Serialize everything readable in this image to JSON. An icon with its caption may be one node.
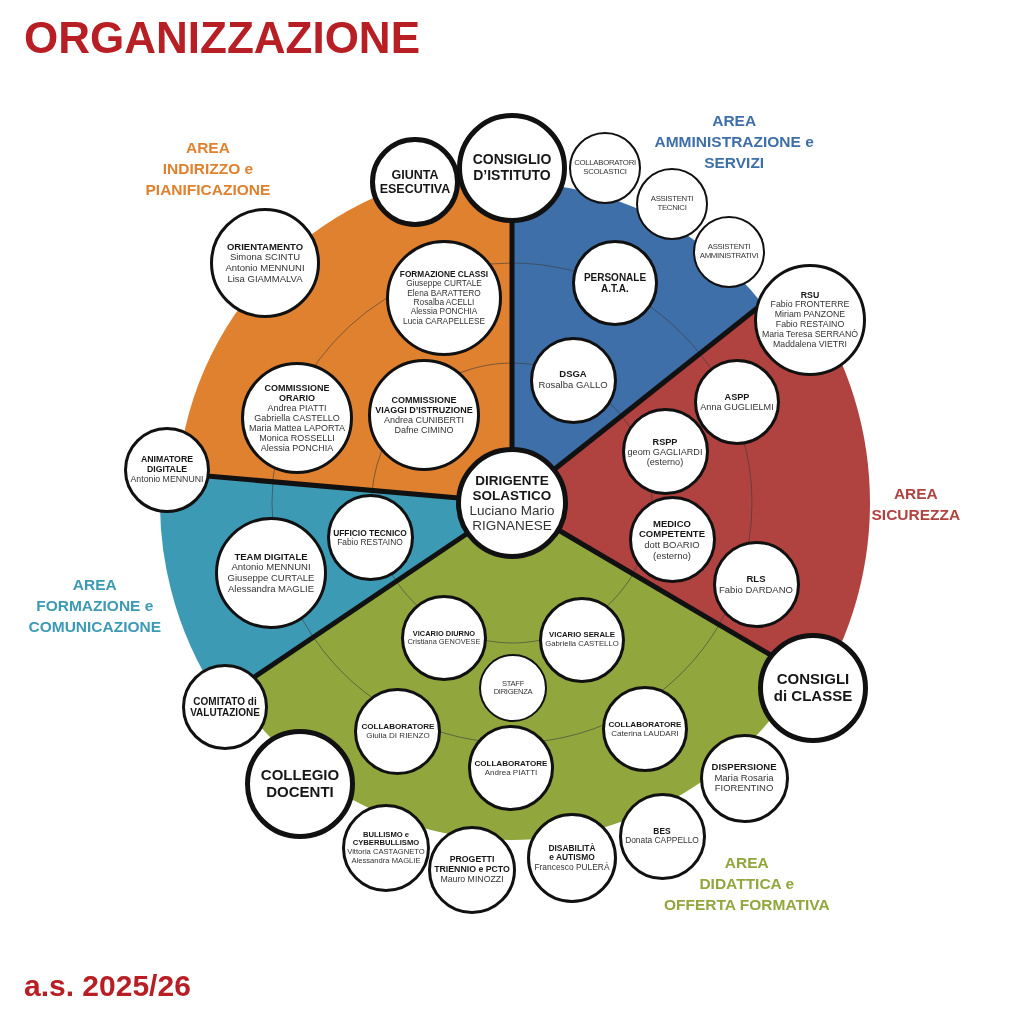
{
  "diagram": {
    "title": "ORGANIZZAZIONE",
    "caption": "a.s. 2025/26",
    "nodes": [
      {
        "text": [
          "GIUNTA ESECUTIVA"
        ]
      },
      {
        "text": [
          "CONSIGLIO D’ISTITUTO"
        ]
      },
      {
        "text": [
          "AREA INDIRIZZO e PIANIFICAZIONE"
        ]
      },
      {
        "text": [
          "ORIENTAMENTO",
          "Simona SCINTU",
          "Antonio MENNUNI",
          "Lisa GIAMMALVA"
        ]
      },
      {
        "text": [
          "FORMAZIONE CLASSI",
          "Giuseppe CURTALE",
          "Elena BARATTERO",
          "Rosalba ACELLI",
          "Alessia PONCHIA",
          "Lucia CARAPELLESE"
        ],
        "in": 2
      },
      {
        "text": [
          "COMMISSIONE ORARIO",
          "Andrea PIATTI",
          "Gabriella CASTELLO",
          "Maria Mattea LAPORTA",
          "Monica ROSSELLI",
          "Alessia PONCHIA"
        ],
        "in": 2
      },
      {
        "text": [
          "COMMISSIONE VIAGGI D’ISTRUZIONE",
          "Andrea CUNIBERTI",
          "Dafne CIMINO"
        ],
        "in": 2
      },
      {
        "text": [
          "AREA AMMINISTRAZIONE e SERVIZI"
        ]
      },
      {
        "text": [
          "COLLABORATORI SCOLASTICI"
        ]
      },
      {
        "text": [
          "ASSISTENTI TECNICI"
        ]
      },
      {
        "text": [
          "ASSISTENTI AMMINISTRATIVI"
        ]
      },
      {
        "text": [
          "PERSONALE A.T.A."
        ],
        "in": 7
      },
      {
        "text": [
          "DSGA",
          "Rosalba GALLO"
        ],
        "in": 7
      },
      {
        "text": [
          "RSU",
          "Fabio FRONTERRE",
          "Miriam PANZONE",
          "Fabio RESTAINO",
          "Maria Teresa SERRANÒ",
          "Maddalena VIETRI"
        ]
      },
      {
        "text": [
          "ANIMATORE DIGITALE",
          "Antonio MENNUNI"
        ]
      },
      {
        "text": [
          "DIRIGENTE SOLASTICO",
          "Luciano Mario RIGNANESE"
        ]
      },
      {
        "text": [
          "AREA SICUREZZA"
        ]
      },
      {
        "text": [
          "ASPP",
          "Anna GUGLIELMI"
        ],
        "in": 16
      },
      {
        "text": [
          "RSPP",
          "geom GAGLIARDI (esterno)"
        ],
        "in": 16
      },
      {
        "text": [
          "MEDICO COMPETENTE",
          "dott BOARIO (esterno)"
        ],
        "in": 16
      },
      {
        "text": [
          "RLS",
          "Fabio DARDANO"
        ],
        "in": 16
      },
      {
        "text": [
          "AREA FORMAZIONE e COMUNICAZIONE"
        ]
      },
      {
        "text": [
          "TEAM DIGITALE",
          "Antonio MENNUNI",
          "Giuseppe CURTALE",
          "Alessandra MAGLIE"
        ],
        "in": 21
      },
      {
        "text": [
          "UFFICIO TECNICO",
          "Fabio RESTAINO"
        ],
        "in": 21
      },
      {
        "text": [
          "COMITATO di VALUTAZIONE"
        ]
      },
      {
        "text": [
          "CONSIGLI di CLASSE"
        ]
      },
      {
        "text": [
          "AREA DIDATTICA e OFFERTA FORMATIVA"
        ]
      },
      {
        "text": [
          "VICARIO DIURNO",
          "Cristiana GENOVESE"
        ],
        "in": 26
      },
      {
        "text": [
          "VICARIO SERALE",
          "Gabriella CASTELLO"
        ],
        "in": 26
      },
      {
        "text": [
          "STAFF DIRIGENZA"
        ],
        "in": 26
      },
      {
        "text": [
          "COLLABORATORE",
          "Giulia DI RIENZO"
        ],
        "in": 26
      },
      {
        "text": [
          "COLLABORATORE",
          "Caterina LAUDARI"
        ],
        "in": 26
      },
      {
        "text": [
          "COLLABORATORE",
          "Andrea PIATTI"
        ],
        "in": 26
      },
      {
        "text": [
          "COLLEGIO DOCENTI"
        ]
      },
      {
        "text": [
          "DISPERSIONE",
          "Maria Rosaria FIORENTINO"
        ]
      },
      {
        "text": [
          "BES",
          "Donata CAPPELLO"
        ]
      },
      {
        "text": [
          "BULLISMO e CYBERBULLISMO",
          "Vittoria CASTAGNETO",
          "Alessandra MAGLIE"
        ]
      },
      {
        "text": [
          "PROGETTI TRIENNIO e PCTO",
          "Mauro MINOZZI"
        ]
      },
      {
        "text": [
          "DISABILITÀ e AUTISMO",
          "Francesco PULERÀ"
        ]
      }
    ]
  }
}
